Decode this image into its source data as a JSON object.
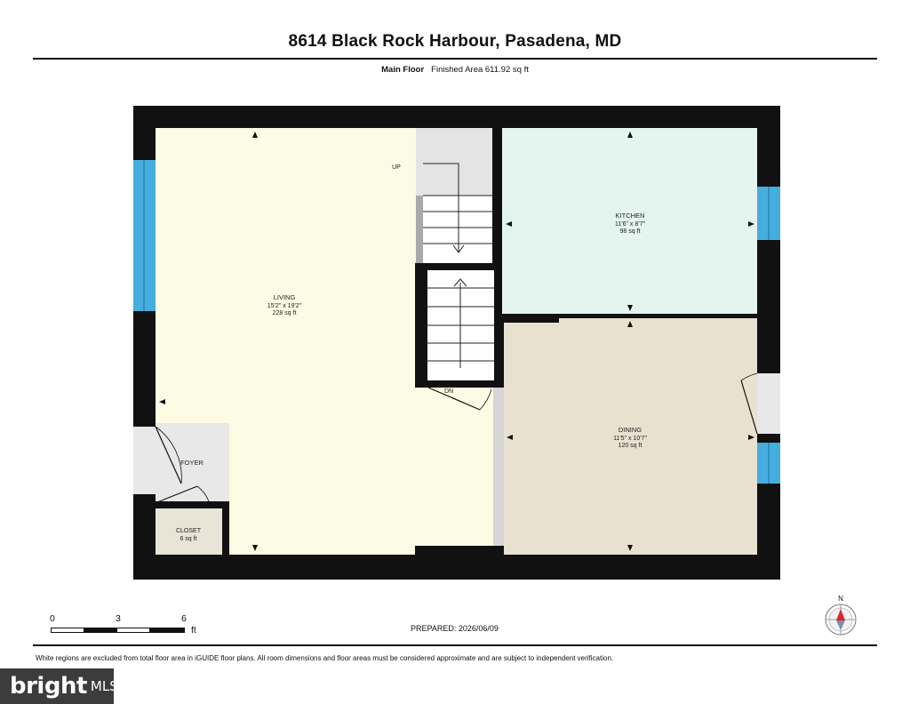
{
  "header": {
    "title": "8614 Black Rock Harbour, Pasadena, MD",
    "floor_label": "Main Floor",
    "finished_area": "Finished Area 611.92 sq ft"
  },
  "rooms": {
    "living": {
      "name": "LIVING",
      "dims": "15'2\" x 19'2\"",
      "area": "228 sq ft"
    },
    "kitchen": {
      "name": "KITCHEN",
      "dims": "11'6\" x 8'7\"",
      "area": "98 sq ft"
    },
    "dining": {
      "name": "DINING",
      "dims": "11'5\" x 10'7\"",
      "area": "120 sq ft"
    },
    "foyer": {
      "name": "FOYER"
    },
    "closet": {
      "name": "CLOSET",
      "area": "6 sq ft"
    },
    "stair_up": "UP",
    "stair_down": "DN"
  },
  "scale": {
    "ticks": [
      "0",
      "3",
      "6"
    ],
    "unit": "ft"
  },
  "prepared": "PREPARED: 2026/06/09",
  "footnote": "White regions are excluded from total floor area in iGUIDE floor plans. All room dimensions and floor areas must be considered approximate and are subject to independent verification.",
  "compass": {
    "label": "N"
  },
  "logo": {
    "word": "bright",
    "suffix": "MLS"
  },
  "colors": {
    "living": "#fcfbe3",
    "kitchen": "#e4f4ef",
    "dining": "#e9e1d0",
    "foyer": "#e8e8e8",
    "closet": "#e8e4d6",
    "wall": "#111111",
    "window": "#45aede"
  }
}
